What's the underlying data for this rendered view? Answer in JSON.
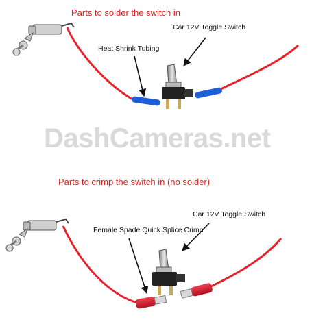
{
  "solder_section": {
    "title": "Parts to solder the switch in",
    "switch_label": "Car 12V Toggle Switch",
    "tubing_label": "Heat Shrink Tubing"
  },
  "crimp_section": {
    "title": "Parts to crimp the switch in (no solder)",
    "switch_label": "Car 12V Toggle Switch",
    "crimp_label": "Female Spade Quick Splice Crimp"
  },
  "watermark": "DashCameras.net",
  "colors": {
    "title": "#e02020",
    "wire": "#e8202a",
    "shrink_tube": "#1e5fd8",
    "watermark": "#d9d9d9"
  }
}
